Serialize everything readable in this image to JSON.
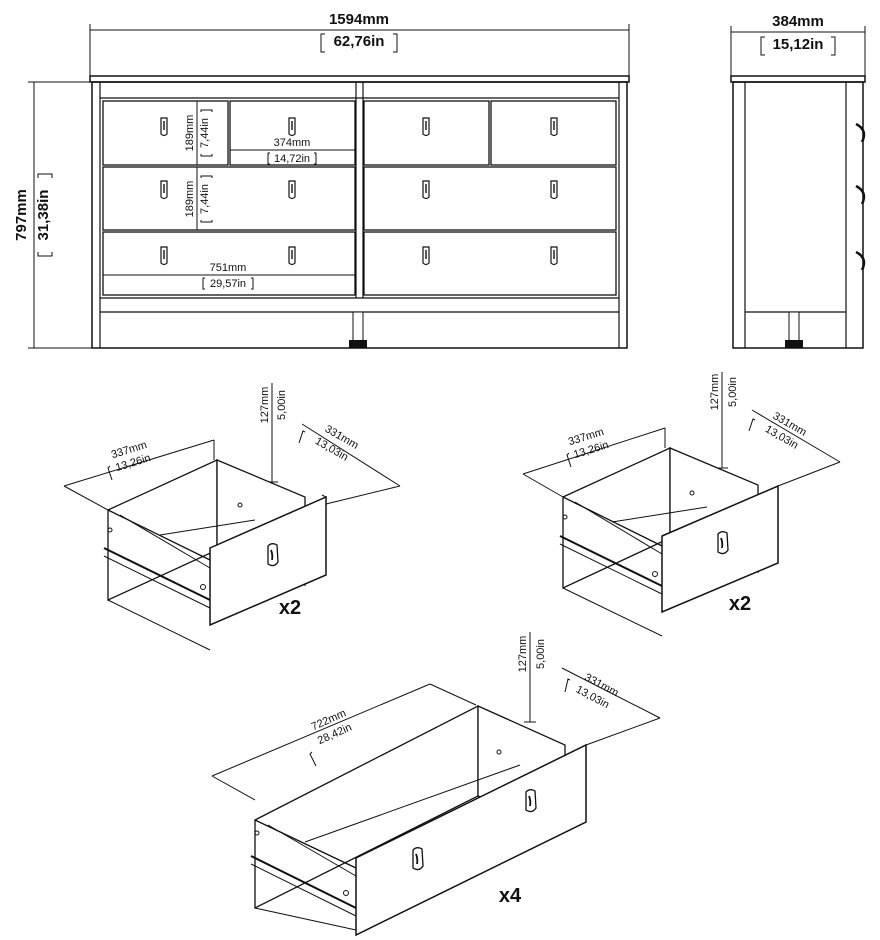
{
  "front_view": {
    "total_width": {
      "mm": "1594mm",
      "in": "62,76in"
    },
    "height": {
      "mm": "797mm",
      "in": "31,38in"
    },
    "drawer_height": {
      "mm": "189mm",
      "in": "7,44in"
    },
    "drawer_height_2": {
      "mm": "189mm",
      "in": "7,44in"
    },
    "small_drawer_width": {
      "mm": "374mm",
      "in": "14,72in"
    },
    "wide_drawer_width": {
      "mm": "751mm",
      "in": "29,57in"
    }
  },
  "side_view": {
    "depth": {
      "mm": "384mm",
      "in": "15,12in"
    }
  },
  "drawer_a": {
    "width": {
      "mm": "337mm",
      "in": "13,26in"
    },
    "depth": {
      "mm": "331mm",
      "in": "13,03in"
    },
    "height": {
      "mm": "127mm",
      "in": "5,00in"
    },
    "quantity": "x2"
  },
  "drawer_b": {
    "width": {
      "mm": "337mm",
      "in": "13,26in"
    },
    "depth": {
      "mm": "331mm",
      "in": "13,03in"
    },
    "height": {
      "mm": "127mm",
      "in": "5,00in"
    },
    "quantity": "x2"
  },
  "drawer_c": {
    "width": {
      "mm": "722mm",
      "in": "28,42in"
    },
    "depth": {
      "mm": "331mm",
      "in": "13,03in"
    },
    "height": {
      "mm": "127mm",
      "in": "5,00in"
    },
    "quantity": "x4"
  }
}
